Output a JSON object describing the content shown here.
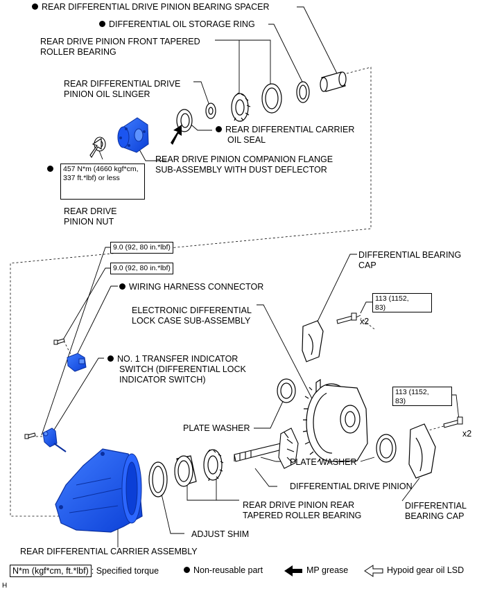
{
  "colors": {
    "part_blue": "#1a5cff",
    "line": "#000000"
  },
  "labels": {
    "pinion_bearing_spacer": "REAR DIFFERENTIAL DRIVE PINION BEARING SPACER",
    "oil_storage_ring": "DIFFERENTIAL OIL STORAGE RING",
    "front_bearing": [
      "REAR DRIVE PINION FRONT TAPERED",
      "ROLLER BEARING"
    ],
    "oil_slinger": [
      "REAR DIFFERENTIAL DRIVE",
      "PINION OIL SLINGER"
    ],
    "carrier_oil_seal": [
      "REAR DIFFERENTIAL CARRIER",
      "OIL SEAL"
    ],
    "companion_flange": [
      "REAR DRIVE PINION COMPANION FLANGE",
      "SUB-ASSEMBLY WITH DUST DEFLECTOR"
    ],
    "pinion_nut": [
      "REAR DRIVE",
      "PINION NUT"
    ],
    "wiring_connector": "WIRING HARNESS CONNECTOR",
    "transfer_switch": [
      "NO. 1 TRANSFER INDICATOR",
      "SWITCH (DIFFERENTIAL LOCK",
      "INDICATOR SWITCH)"
    ],
    "lock_case": [
      "ELECTRONIC DIFFERENTIAL",
      "LOCK CASE SUB-ASSEMBLY"
    ],
    "bearing_cap_top": [
      "DIFFERENTIAL BEARING",
      "CAP"
    ],
    "plate_washer_left": "PLATE WASHER",
    "plate_washer_right": "PLATE WASHER",
    "drive_pinion": "DIFFERENTIAL DRIVE PINION",
    "rear_bearing": [
      "REAR DRIVE PINION REAR",
      "TAPERED ROLLER BEARING"
    ],
    "bearing_cap_bottom": [
      "DIFFERENTIAL",
      "BEARING CAP"
    ],
    "adjust_shim": "ADJUST SHIM",
    "carrier_assembly": "REAR DIFFERENTIAL CARRIER ASSEMBLY",
    "x2_top": "x2",
    "x2_bottom": "x2",
    "figure_code": "H"
  },
  "torques": {
    "pinion_nut": [
      "457 N*m (4660 kgf*cm,",
      "337 ft.*lbf) or less"
    ],
    "bolt_a": "9.0 (92, 80 in.*lbf)",
    "bolt_b": "9.0 (92, 80 in.*lbf)",
    "cap_top": [
      "113 (1152,",
      "83)"
    ],
    "cap_bottom": [
      "113 (1152,",
      "83)"
    ]
  },
  "legend": {
    "torque_box": "N*m (kgf*cm, ft.*lbf)",
    "torque_text": ": Specified torque",
    "non_reusable": "Non-reusable part",
    "mp_grease": "MP grease",
    "hypoid": "Hypoid gear oil LSD"
  }
}
